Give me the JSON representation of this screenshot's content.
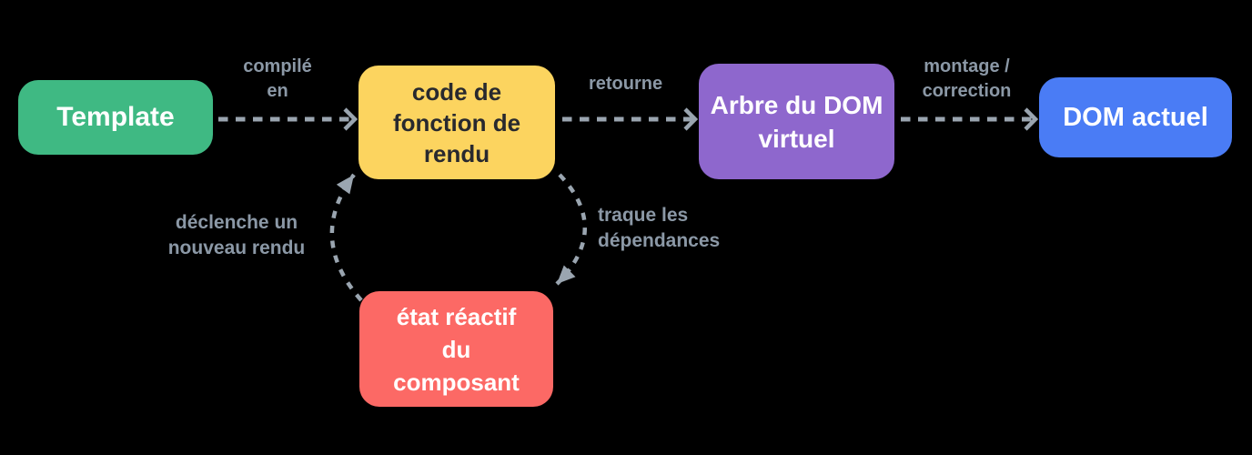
{
  "colors": {
    "background": "#000000",
    "arrow": "#9aa5b0",
    "label_text": "#8b98a6",
    "node_template_bg": "#3fb983",
    "node_render_fn_bg": "#fcd45f",
    "node_render_fn_text": "#28292e",
    "node_vdom_bg": "#8e67cd",
    "node_dom_bg": "#4a7cf5",
    "node_state_bg": "#fc6965",
    "node_text_light": "#ffffff"
  },
  "nodes": {
    "template": {
      "label": "Template"
    },
    "render_fn": {
      "label": "code de\nfonction de\nrendu"
    },
    "vdom": {
      "label": "Arbre du DOM\nvirtuel"
    },
    "dom": {
      "label": "DOM actuel"
    },
    "state": {
      "label": "état réactif\ndu\ncomposant"
    }
  },
  "edges": {
    "compile": {
      "label": "compilé\nen"
    },
    "returns": {
      "label": "retourne"
    },
    "mount": {
      "label": "montage /\ncorrection"
    },
    "trigger": {
      "label": "déclenche un\nnouveau rendu"
    },
    "track": {
      "label": "traque les\ndépendances"
    }
  }
}
